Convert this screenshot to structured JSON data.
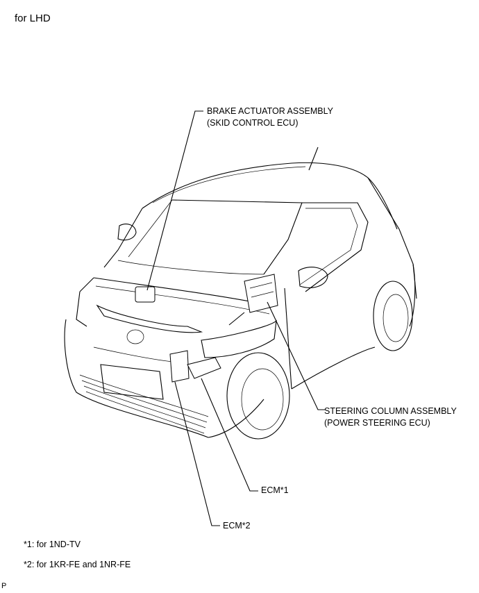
{
  "title": "for LHD",
  "callouts": {
    "brake_actuator": [
      "BRAKE ACTUATOR ASSEMBLY",
      "(SKID CONTROL  ECU)"
    ],
    "steering_column": [
      "STEERING COLUMN ASSEMBLY",
      "(POWER STEERING ECU)"
    ],
    "ecm1": "ECM*1",
    "ecm2": "ECM*2"
  },
  "notes": [
    "*1: for 1ND-TV",
    "*2: for 1KR-FE and 1NR-FE"
  ],
  "corner_mark": "P"
}
